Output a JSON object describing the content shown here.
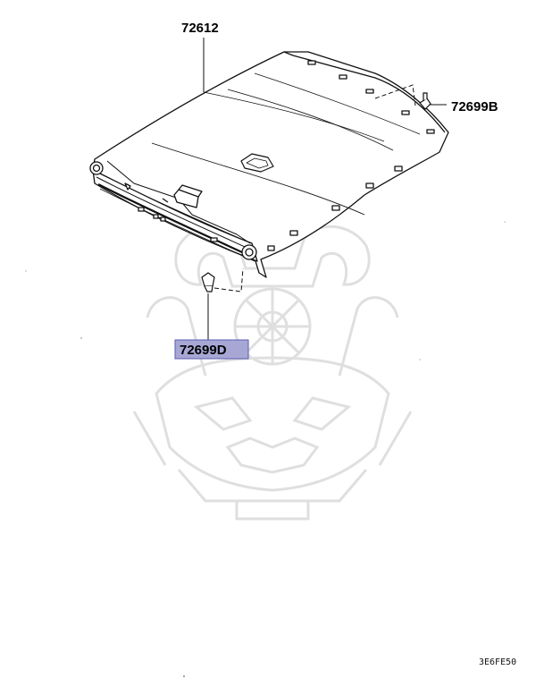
{
  "callouts": {
    "headlining": "72612",
    "clip_rear": "72699B",
    "clip_front": "72699D"
  },
  "diagram_code": "3E6FE50",
  "colors": {
    "highlight_fill": "#a7a7d6",
    "highlight_border": "#5b5bb0",
    "line": "#111111",
    "watermark": "#dedede"
  },
  "icons": {
    "watermark": "samurai-helmet-logo-watermark",
    "fastener": "push-clip-icon"
  }
}
